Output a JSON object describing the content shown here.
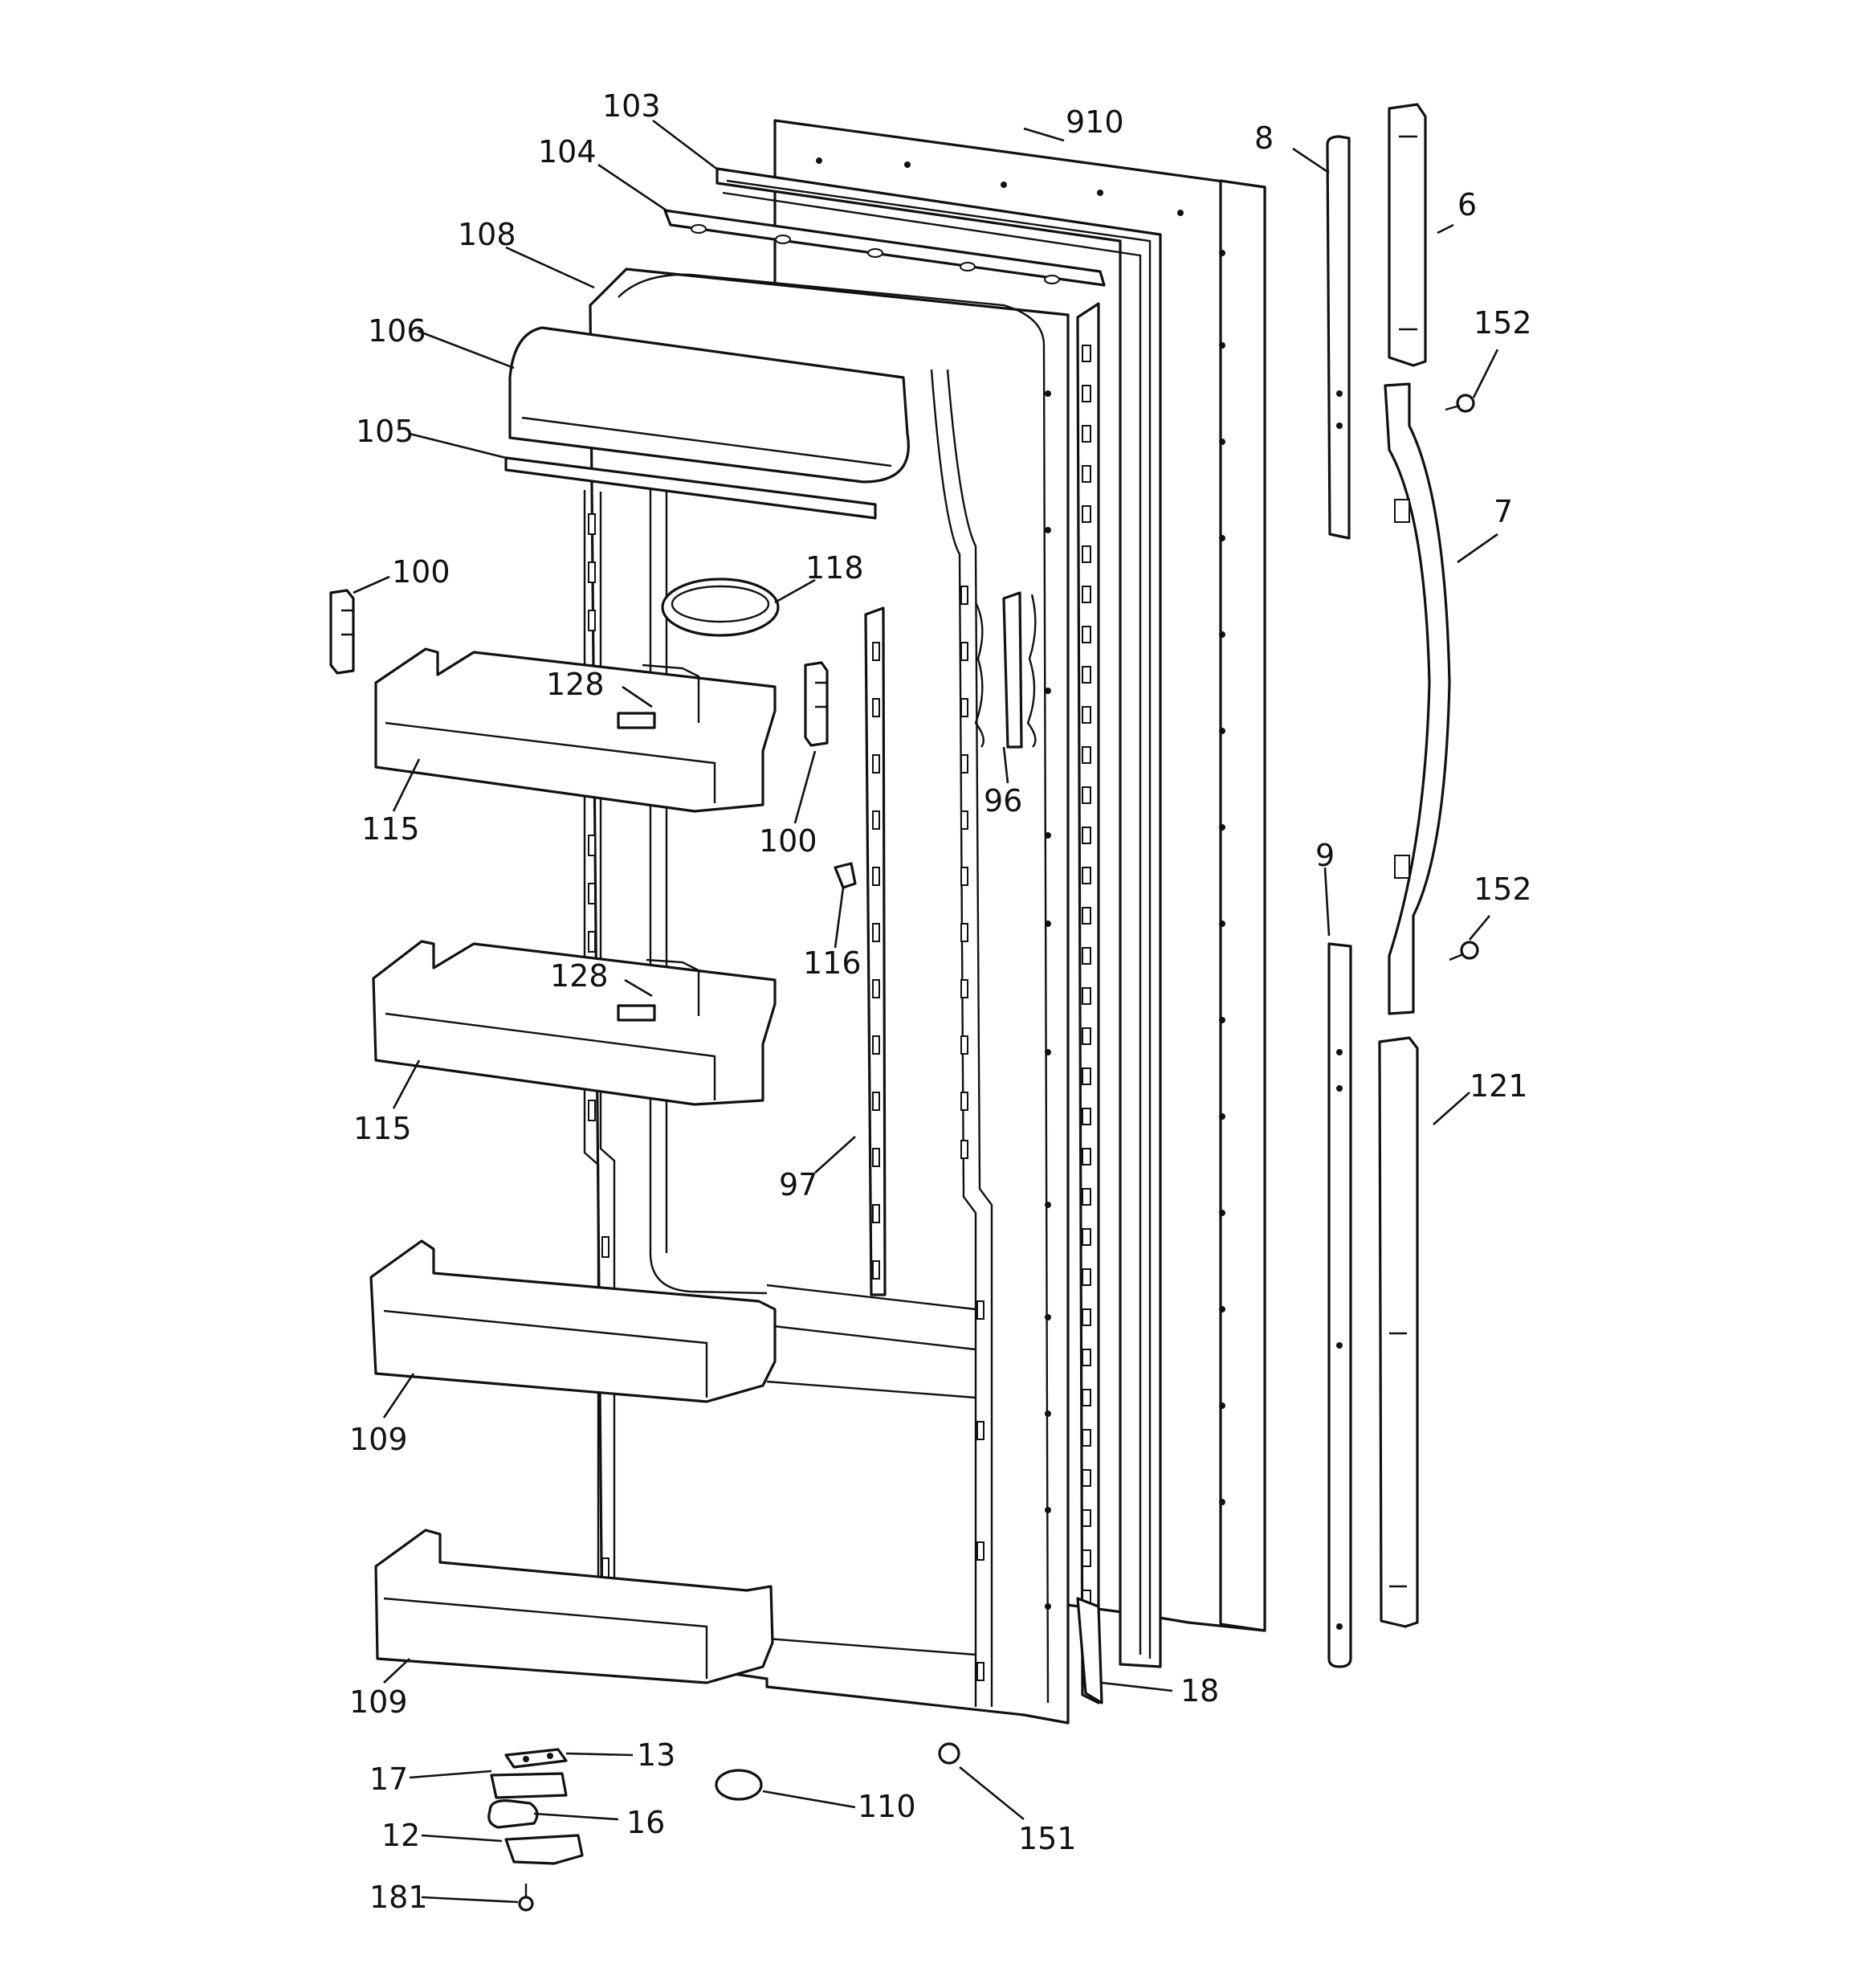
{
  "labels": {
    "p103": "103",
    "p104": "104",
    "p108": "108",
    "p106": "106",
    "p105": "105",
    "p910": "910",
    "p8": "8",
    "p6": "6",
    "p152a": "152",
    "p7": "7",
    "p118": "118",
    "p100a": "100",
    "p128a": "128",
    "p115a": "115",
    "p100b": "100",
    "p96": "96",
    "p116": "116",
    "p128b": "128",
    "p115b": "115",
    "p9": "9",
    "p152b": "152",
    "p121": "121",
    "p97": "97",
    "p109a": "109",
    "p109b": "109",
    "p18": "18",
    "p13": "13",
    "p17": "17",
    "p16": "16",
    "p12": "12",
    "p181": "181",
    "p110": "110",
    "p151": "151"
  }
}
